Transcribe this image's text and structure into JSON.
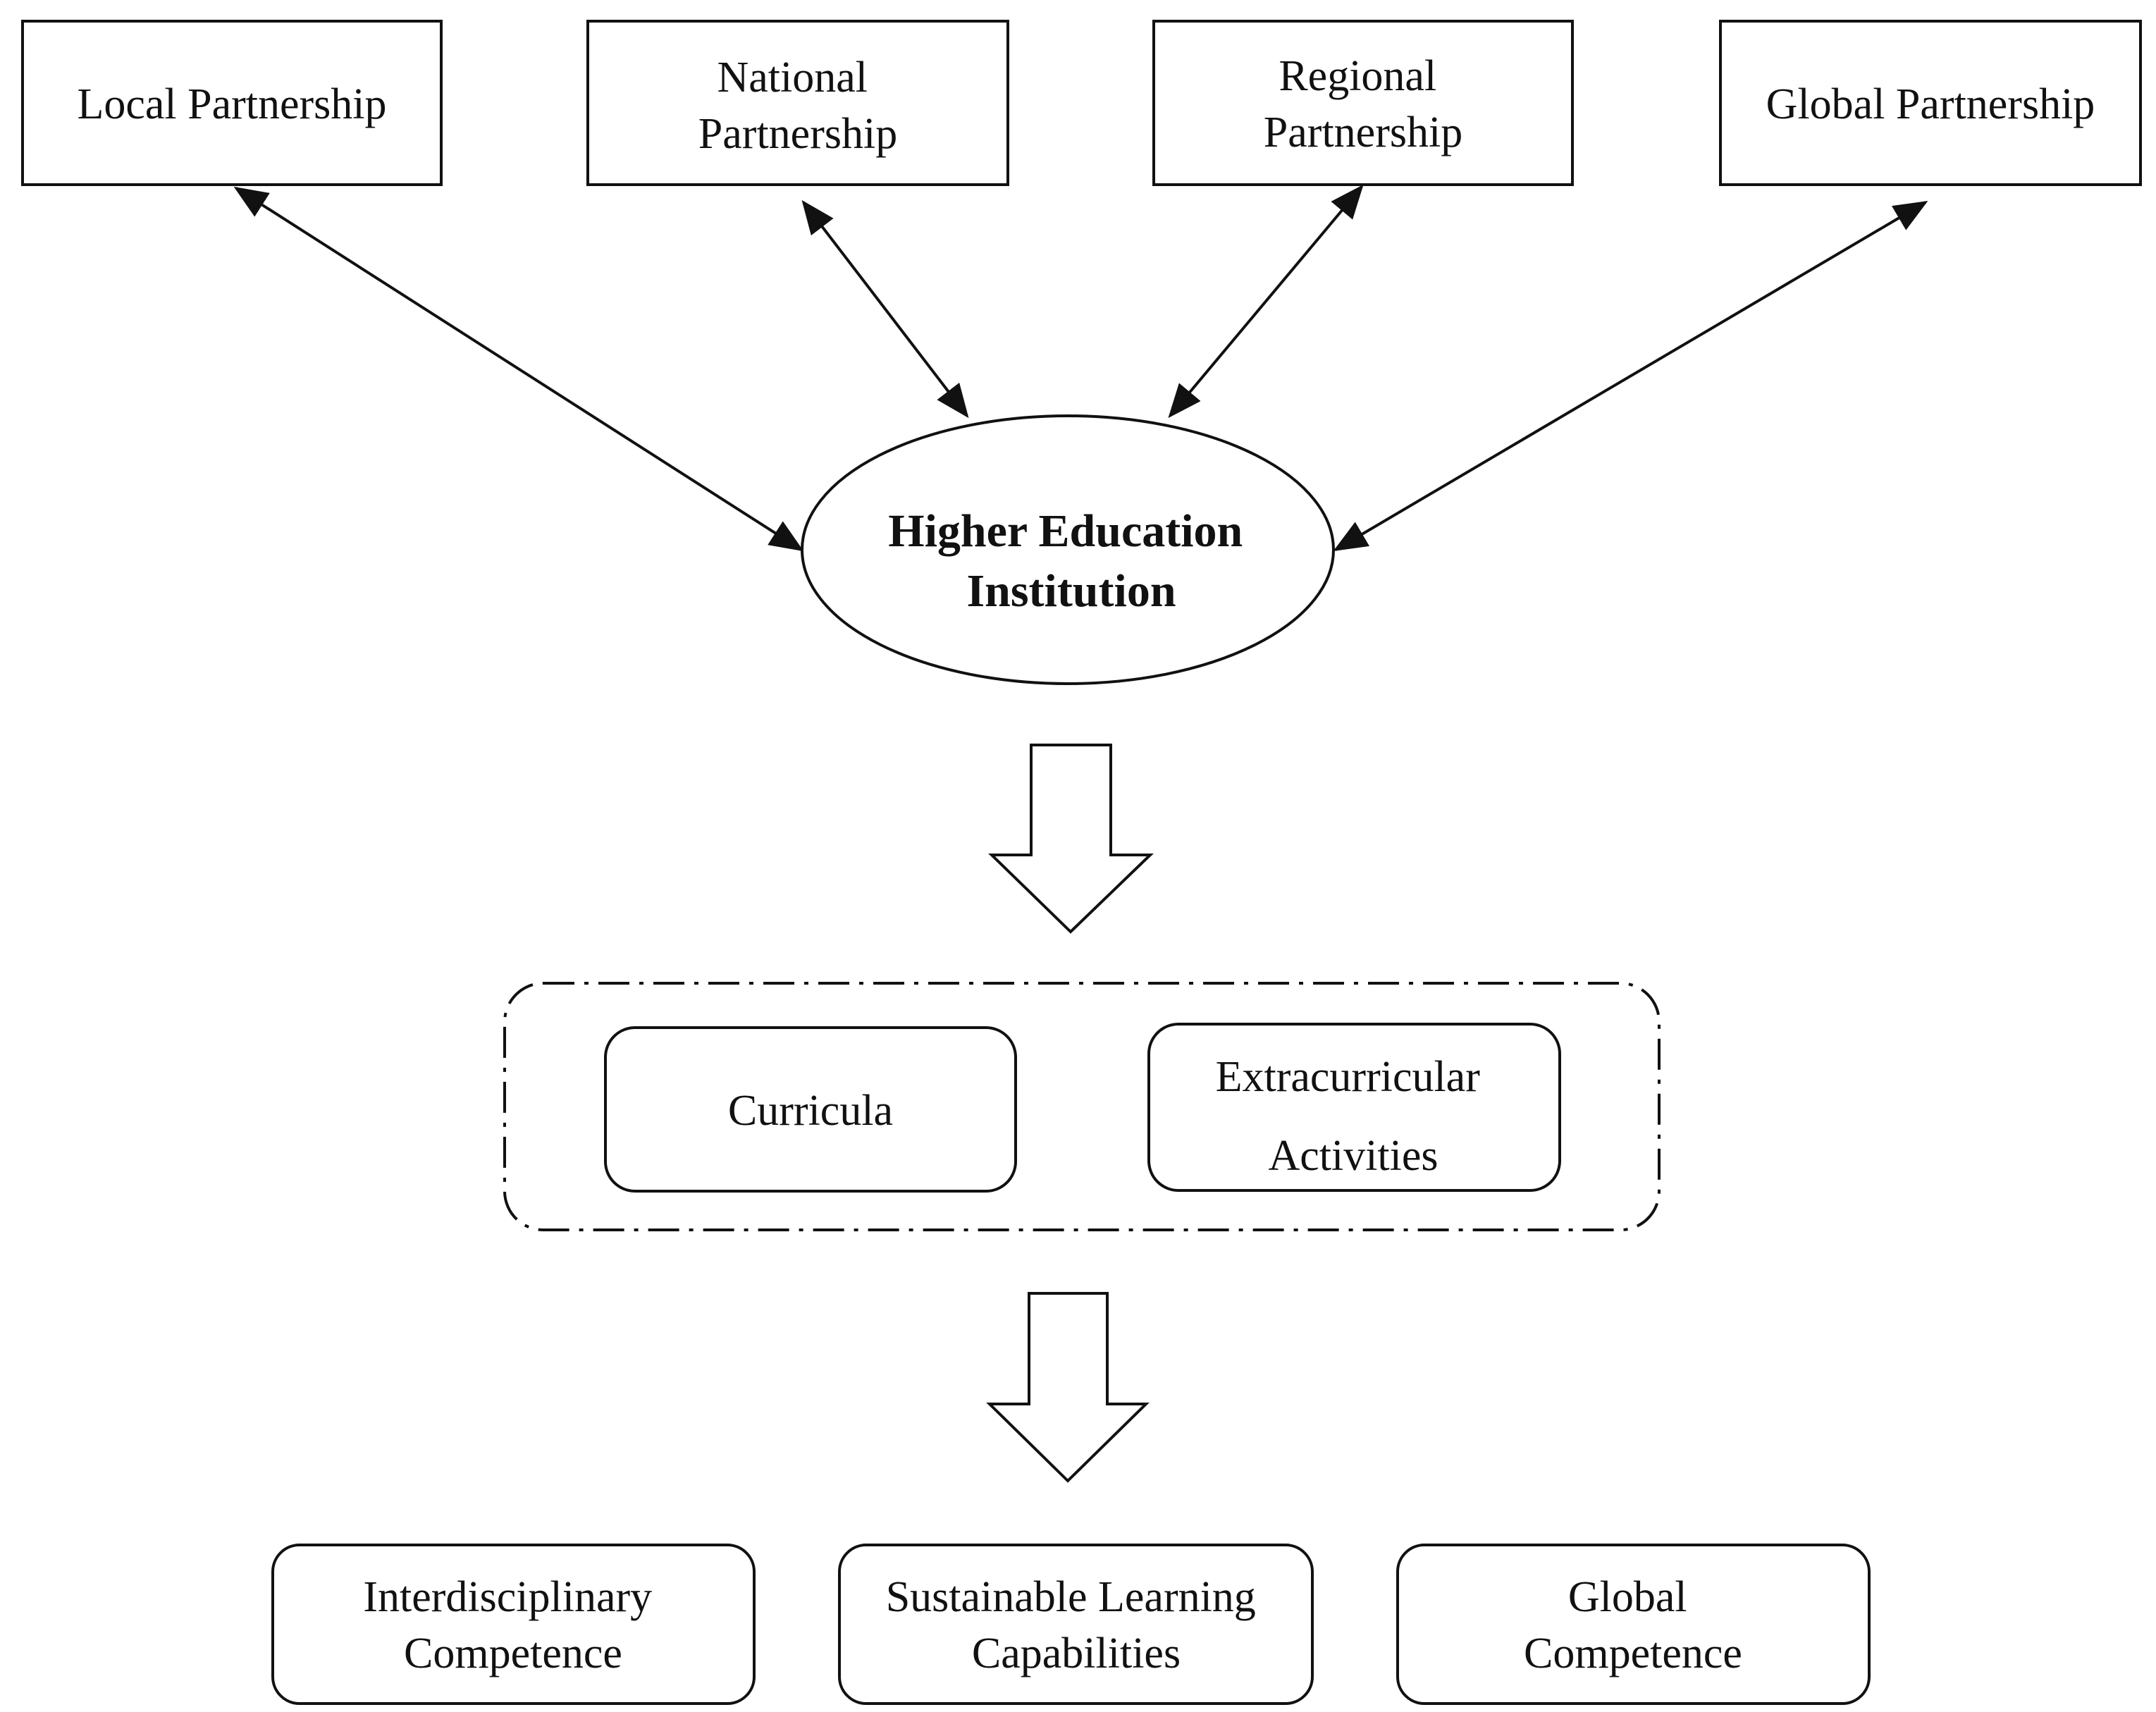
{
  "partners": [
    {
      "id": "local",
      "lines": [
        "Local Partnership"
      ]
    },
    {
      "id": "national",
      "lines": [
        "National",
        "Partnership"
      ]
    },
    {
      "id": "regional",
      "lines": [
        "Regional",
        "Partnership"
      ]
    },
    {
      "id": "global",
      "lines": [
        "Global Partnership"
      ]
    }
  ],
  "center": {
    "lines": [
      "Higher Education",
      "Institution"
    ]
  },
  "middle_group": [
    {
      "id": "curricula",
      "lines": [
        "Curricula"
      ]
    },
    {
      "id": "extracurricular",
      "lines": [
        "Extracurricular",
        "Activities"
      ]
    }
  ],
  "outcomes": [
    {
      "id": "interdisciplinary",
      "lines": [
        "Interdisciplinary",
        "Competence"
      ]
    },
    {
      "id": "sustainable",
      "lines": [
        "Sustainable Learning",
        "Capabilities"
      ]
    },
    {
      "id": "global",
      "lines": [
        "Global",
        "Competence"
      ]
    }
  ],
  "colors": {
    "stroke": "#111111",
    "fill": "#ffffff"
  }
}
